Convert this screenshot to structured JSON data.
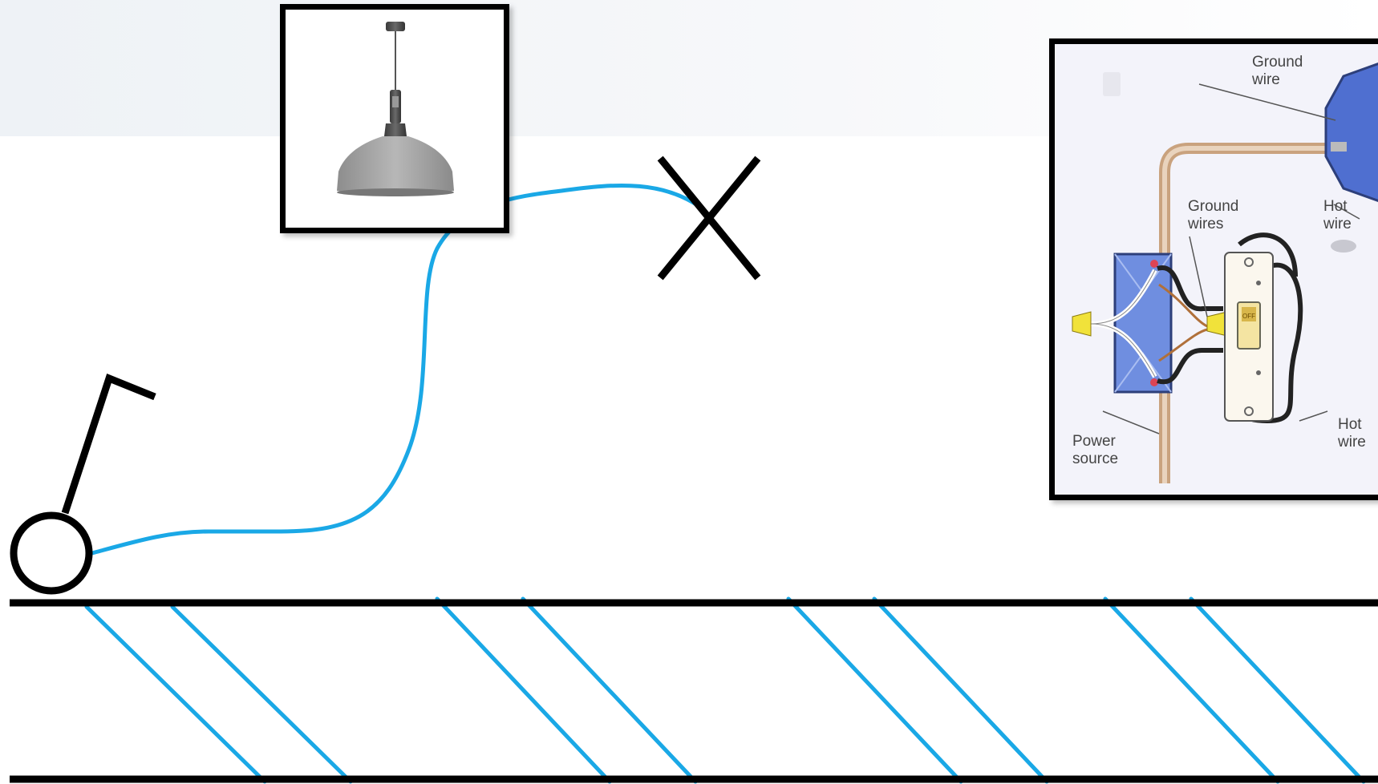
{
  "wiring_diagram": {
    "labels": {
      "ground_wire": "Ground\nwire",
      "ground_wires": "Ground\nwires",
      "hot_wire_top": "Hot\nwire",
      "hot_wire_bottom": "Hot\nwire",
      "power_source": "Power\nsource",
      "switch_state": "OFF"
    }
  },
  "colors": {
    "cable": "#1aa8e6",
    "ink": "#000000",
    "conduit": "#c9a27e",
    "junction_box": "#5f7ed6",
    "wire_nut": "#f1e23a"
  },
  "icons": [
    "pendant-lamp-icon",
    "x-mark-icon",
    "lever-icon"
  ]
}
